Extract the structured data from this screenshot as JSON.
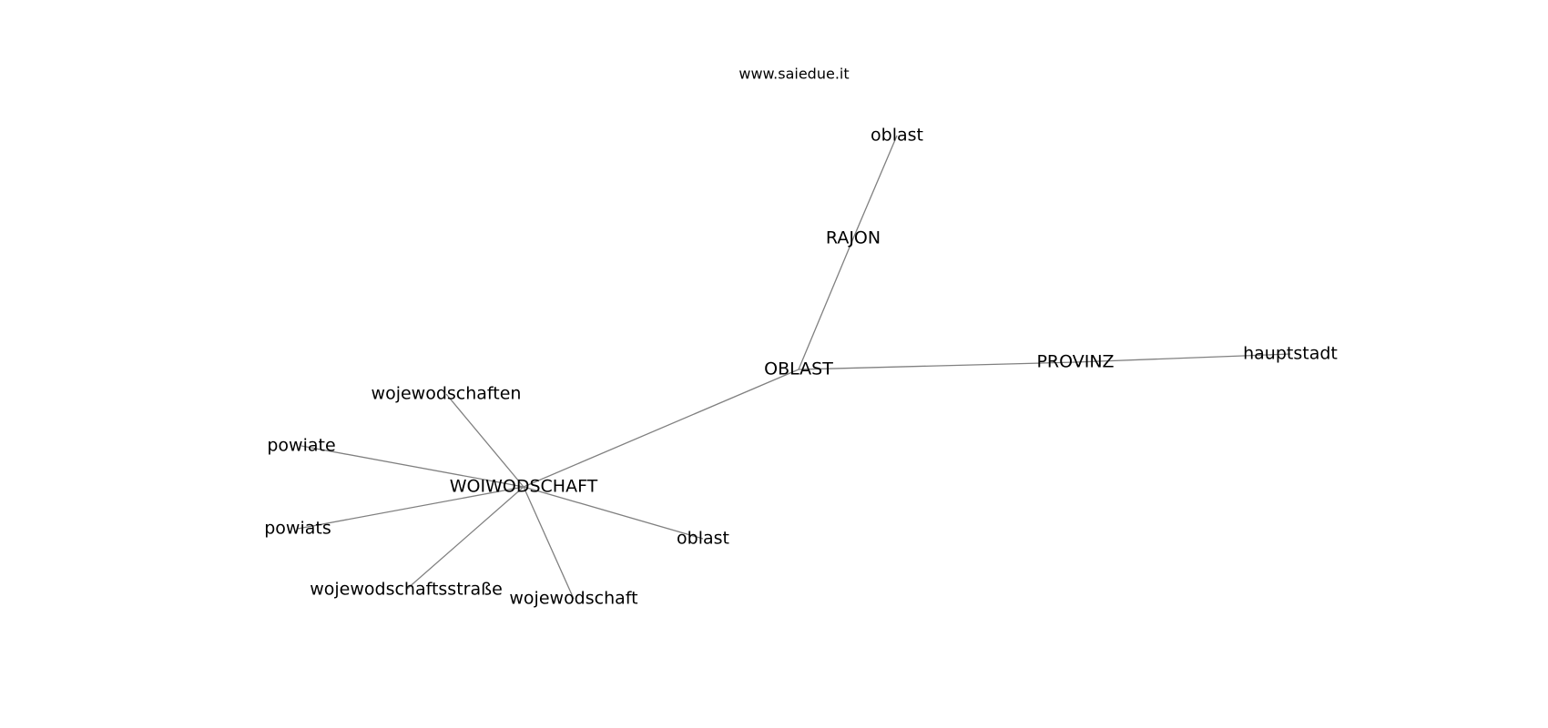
{
  "watermark": "www.saiedue.it",
  "colors": {
    "edge": "#808080",
    "text": "#000000",
    "background": "#ffffff"
  },
  "nodes": [
    {
      "id": "woiwodschaft",
      "label": "WOIWODSCHAFT"
    },
    {
      "id": "oblast_upper",
      "label": "OBLAST"
    },
    {
      "id": "rajon",
      "label": "RAJON"
    },
    {
      "id": "oblast_top",
      "label": "oblast"
    },
    {
      "id": "provinz",
      "label": "PROVINZ"
    },
    {
      "id": "hauptstadt",
      "label": "hauptstadt"
    },
    {
      "id": "wojewodschaften",
      "label": "wojewodschaften"
    },
    {
      "id": "powiate",
      "label": "powiate"
    },
    {
      "id": "powiats",
      "label": "powiats"
    },
    {
      "id": "wojewodschaftsstrasse",
      "label": "wojewodschaftsstraße"
    },
    {
      "id": "wojewodschaft",
      "label": "wojewodschaft"
    },
    {
      "id": "oblast_lower",
      "label": "oblast"
    }
  ],
  "edges": [
    [
      "oblast_upper",
      "rajon"
    ],
    [
      "rajon",
      "oblast_top"
    ],
    [
      "oblast_upper",
      "provinz"
    ],
    [
      "provinz",
      "hauptstadt"
    ],
    [
      "oblast_upper",
      "woiwodschaft"
    ],
    [
      "woiwodschaft",
      "wojewodschaften"
    ],
    [
      "woiwodschaft",
      "powiate"
    ],
    [
      "woiwodschaft",
      "powiats"
    ],
    [
      "woiwodschaft",
      "wojewodschaftsstrasse"
    ],
    [
      "woiwodschaft",
      "wojewodschaft"
    ],
    [
      "woiwodschaft",
      "oblast_lower"
    ]
  ]
}
